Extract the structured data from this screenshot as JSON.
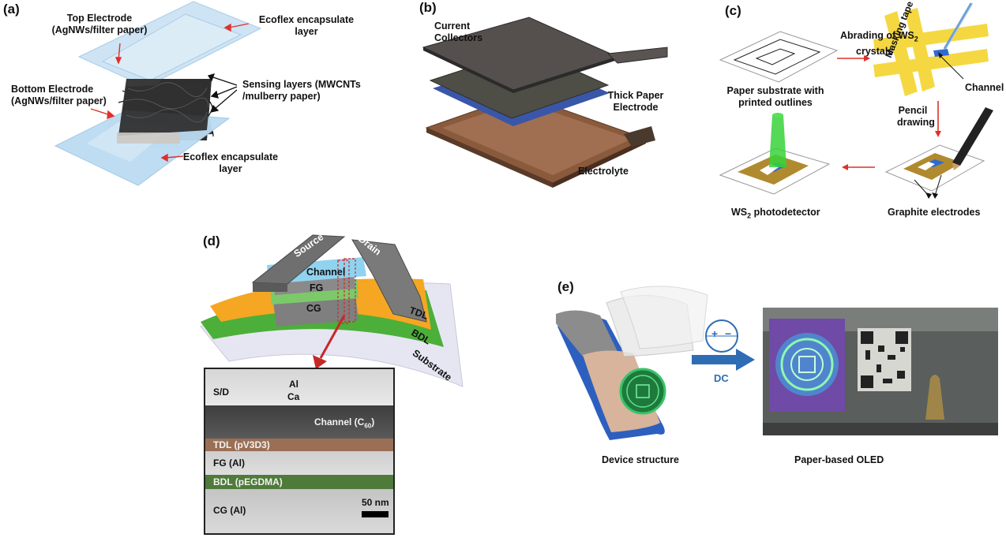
{
  "panels": {
    "a": {
      "label": "(a)",
      "top_electrode": [
        "Top Electrode",
        "(AgNWs/filter paper)"
      ],
      "ecoflex_top": [
        "Ecoflex encapsulate",
        "layer"
      ],
      "sensing": [
        "Sensing layers (MWCNTs",
        "/mulberry paper)"
      ],
      "bottom_electrode": [
        "Bottom Electrode",
        "(AgNWs/filter paper)"
      ],
      "ecoflex_bottom": [
        "Ecoflex encapsulate",
        "layer"
      ]
    },
    "b": {
      "label": "(b)",
      "current_collectors": [
        "Current",
        "Collectors"
      ],
      "thick_paper": [
        "Thick Paper",
        "Electrode"
      ],
      "electrolyte": "Electrolyte"
    },
    "c": {
      "label": "(c)",
      "abrading": [
        "Abrading of WS",
        "2",
        "crystals"
      ],
      "masking_tape": "Masking tape",
      "paper_substrate": [
        "Paper substrate with",
        "printed outlines"
      ],
      "channel": "Channel",
      "pencil": [
        "Pencil",
        "drawing"
      ],
      "photodetector": [
        "WS",
        "2",
        " photodetector"
      ],
      "graphite": "Graphite electrodes"
    },
    "d": {
      "label": "(d)",
      "source": "Source",
      "drain": "Drain",
      "channel": "Channel",
      "fg": "FG",
      "cg": "CG",
      "tdl": "TDL",
      "bdl": "BDL",
      "substrate": "Substrate",
      "sem": {
        "sd": "S/D",
        "al": "Al",
        "ca": "Ca",
        "channel": [
          "Channel (C",
          "60",
          ")"
        ],
        "tdl": "TDL (pV3D3)",
        "fg": "FG (Al)",
        "bdl": "BDL (pEGDMA)",
        "cg": "CG (Al)",
        "scale": "50 nm"
      }
    },
    "e": {
      "label": "(e)",
      "dc": "DC",
      "plus": "+",
      "minus": "−",
      "device": "Device structure",
      "oled": "Paper-based OLED"
    }
  },
  "colors": {
    "arrow_red": "#e0302a",
    "ecoflex_blue": "#bcdcf2",
    "orange_layer": "#f5a623",
    "green_layer": "#4caf3a",
    "dc_arrow": "#2e6db4"
  }
}
